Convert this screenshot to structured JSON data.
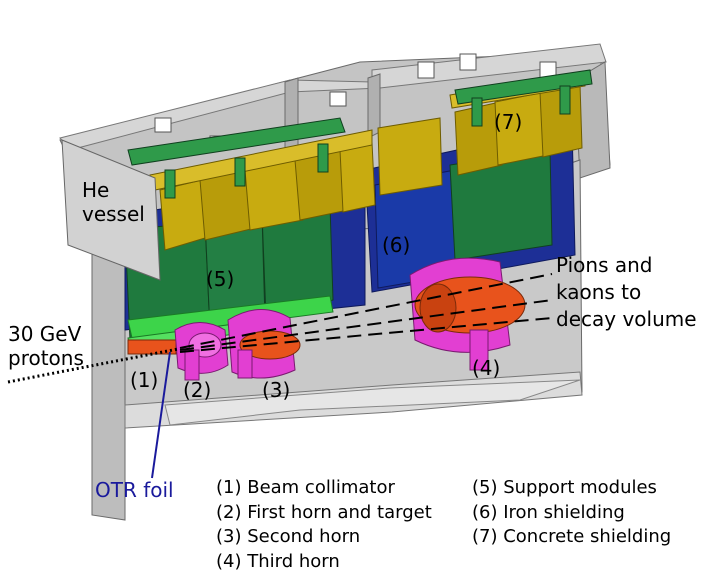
{
  "labels": {
    "he_vessel": [
      "He",
      "vessel"
    ],
    "protons": [
      "30 GeV",
      "protons"
    ],
    "pions": [
      "Pions and",
      "kaons to",
      "decay volume"
    ],
    "otr": "OTR foil",
    "n1": "(1)",
    "n2": "(2)",
    "n3": "(3)",
    "n4": "(4)",
    "n5": "(5)",
    "n6": "(6)",
    "n7": "(7)"
  },
  "legend_left": [
    "(1) Beam collimator",
    "(2) First horn and target",
    "(3) Second horn",
    "(4) Third horn"
  ],
  "legend_right": [
    "(5) Support modules",
    "(6) Iron shielding",
    "(7) Concrete shielding"
  ],
  "colors": {
    "vessel": "#c9c9c9",
    "vessel_dark": "#9a9a9a",
    "concrete": "#c8ab10",
    "iron": "#1d2f96",
    "support": "#1f7a3e",
    "support_light": "#3dd44a",
    "horn": "#e23fd2",
    "horn_inner": "#e8531c",
    "otr": "#1a1a9c"
  }
}
